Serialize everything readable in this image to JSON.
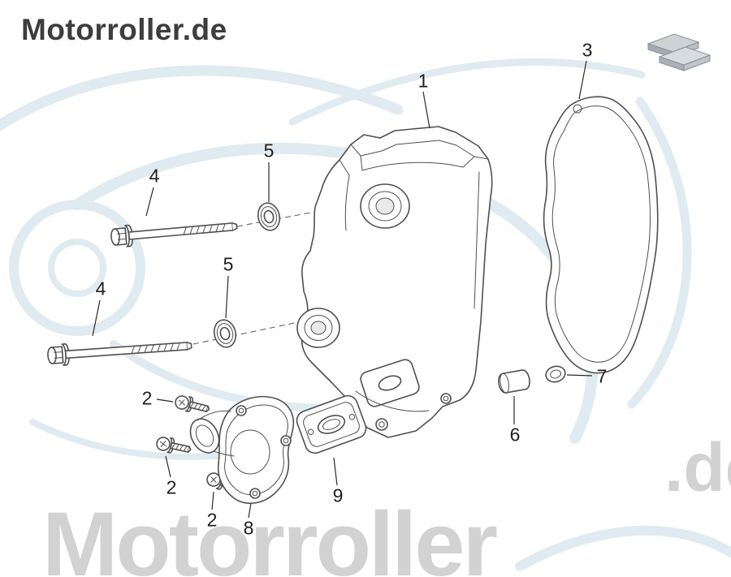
{
  "brand": {
    "logo_text": "Motorroller.de"
  },
  "watermark": {
    "text_bottom": "Motorroller",
    "text_right": ".de"
  },
  "icons": {
    "top_right": "stacked-layers-icon",
    "scooter_background": "scooter-watermark"
  },
  "colors": {
    "line": "#4f4f4f",
    "callout_text": "#1e1e1e",
    "logo_text": "#3d3d3d",
    "watermark_blue": "#c2d6e4",
    "watermark_gray": "#d2d2d2",
    "background": "#ffffff"
  },
  "diagram": {
    "callouts": [
      {
        "number": "1"
      },
      {
        "number": "3"
      },
      {
        "number": "4"
      },
      {
        "number": "5"
      },
      {
        "number": "4"
      },
      {
        "number": "5"
      },
      {
        "number": "2"
      },
      {
        "number": "2"
      },
      {
        "number": "2"
      },
      {
        "number": "6"
      },
      {
        "number": "7"
      },
      {
        "number": "8"
      },
      {
        "number": "9"
      }
    ]
  }
}
